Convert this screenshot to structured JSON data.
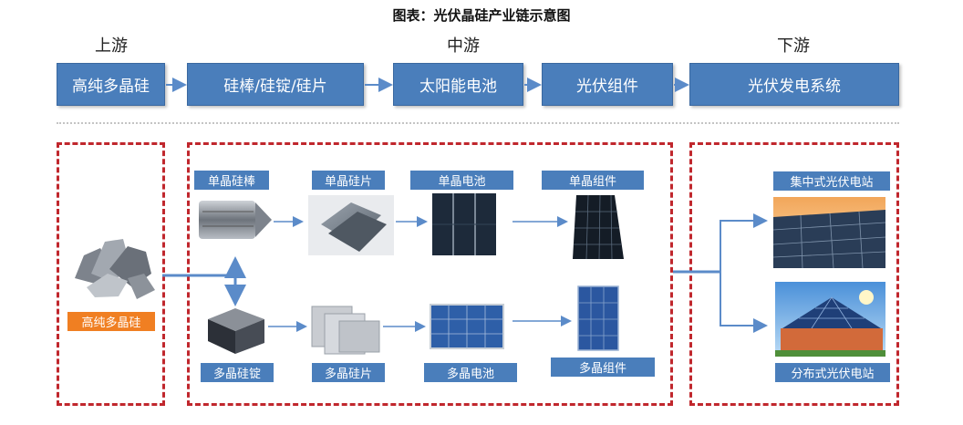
{
  "title": "图表：光伏晶硅产业链示意图",
  "stages": {
    "upstream": "上游",
    "midstream": "中游",
    "downstream": "下游"
  },
  "flow": [
    "高纯多晶硅",
    "硅棒/硅锭/硅片",
    "太阳能电池",
    "光伏组件",
    "光伏发电系统"
  ],
  "upstream": {
    "label": "高纯多晶硅"
  },
  "mid": {
    "mono": [
      "单晶硅棒",
      "单晶硅片",
      "单晶电池",
      "单晶组件"
    ],
    "poly": [
      "多晶硅锭",
      "多晶硅片",
      "多晶电池",
      "多晶组件"
    ]
  },
  "down": {
    "central": "集中式光伏电站",
    "distributed": "分布式光伏电站"
  },
  "colors": {
    "flow_box": "#4a7ebb",
    "label_orange": "#f07f22",
    "dash_red": "#c0272d",
    "arrow": "#5b8bc9"
  }
}
